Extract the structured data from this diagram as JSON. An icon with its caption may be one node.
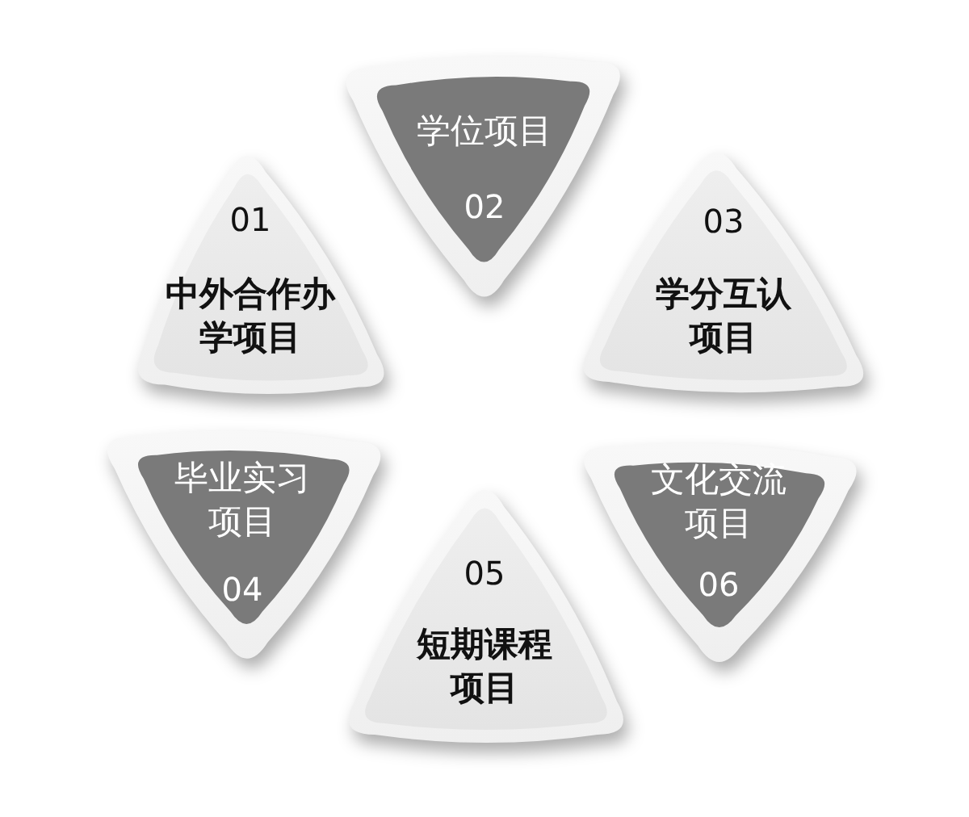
{
  "diagram": {
    "nodes": [
      {
        "text": [
          "01",
          "中外合作办学项目"
        ]
      },
      {
        "text": [
          "学位项目",
          "02"
        ]
      },
      {
        "text": [
          "03",
          "学分互认项目"
        ]
      },
      {
        "text": [
          "毕业实习项目",
          "04"
        ]
      },
      {
        "text": [
          "05",
          "短期课程项目"
        ]
      },
      {
        "text": [
          "文化交流项目",
          "06"
        ]
      }
    ]
  }
}
